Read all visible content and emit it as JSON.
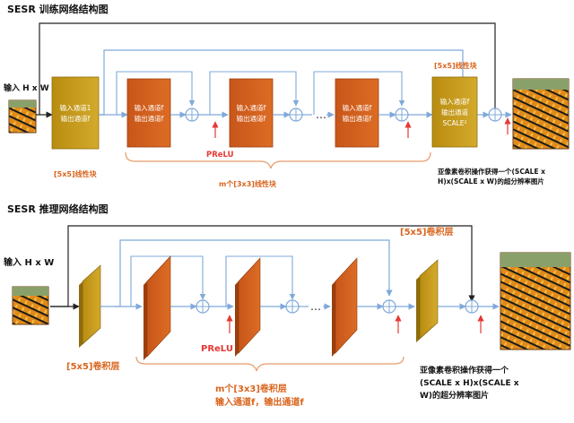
{
  "colors": {
    "line_blue": "#7fa9d9",
    "line_black": "#222222",
    "gold": "#c49a1a",
    "gold_dark": "#8e6e0c",
    "orange": "#d0601c",
    "orange_dark": "#9c3f0d",
    "accent_red": "#e53935",
    "label_orange": "#d9651e",
    "brace": "#e89a6a"
  },
  "top": {
    "title": "SESR 训练网络结构图",
    "input_label": "输入 H x W",
    "block1": {
      "line1": "输入通道1",
      "line2": "输出通道f"
    },
    "block1_caption": "[5x5]线性块",
    "mid_block": {
      "line1": "输入通道f",
      "line2": "输出通道f"
    },
    "ellipsis": "…",
    "prelu": "PReLU",
    "m_caption": "m个[3x3]线性块",
    "last_caption": "[5x5]线性块",
    "last_block": {
      "line1": "输入通道f",
      "line2": "输出通道",
      "line3": "SCALE²"
    },
    "output_caption": {
      "line1": "亚像素卷积操作获得一个(SCALE x",
      "line2": "H)x(SCALE x W)的超分辨率图片"
    }
  },
  "bottom": {
    "title": "SESR 推理网络结构图",
    "input_label": "输入 H x W",
    "first_caption": "[5x5]卷积层",
    "last_caption": "[5x5]卷积层",
    "prelu": "PReLU",
    "ellipsis": "…",
    "m_caption": {
      "line1": "m个[3x3]卷积层",
      "line2": "输入通道f，输出通道f"
    },
    "output_caption": {
      "line1": "亚像素卷积操作获得一个",
      "line2": "(SCALE x H)x(SCALE x",
      "line3": "W)的超分辨率图片"
    }
  }
}
